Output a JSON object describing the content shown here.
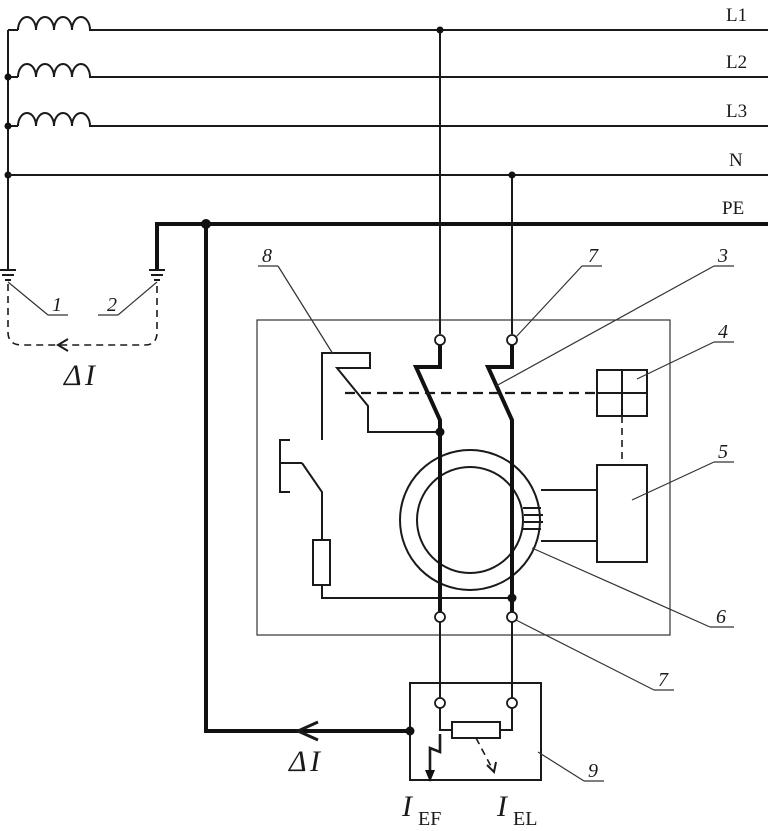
{
  "lines": {
    "l1": "L1",
    "l2": "L2",
    "l3": "L3",
    "n": "N",
    "pe": "PE"
  },
  "callouts": {
    "c1": "1",
    "c2": "2",
    "c3": "3",
    "c4": "4",
    "c5": "5",
    "c6": "6",
    "c7_top": "7",
    "c7_bottom": "7",
    "c8": "8",
    "c9": "9"
  },
  "currents": {
    "delta_sym_left": "Δ",
    "delta_i_left": "I",
    "delta_sym_bottom": "Δ",
    "delta_i_bottom": "I",
    "ief_main": "I",
    "ief_sub": "EF",
    "iel_main": "I",
    "iel_sub": "EL"
  }
}
